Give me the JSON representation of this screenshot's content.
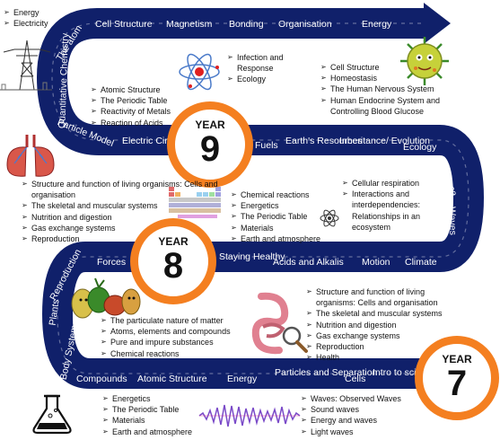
{
  "colors": {
    "road": "#10206a",
    "accent": "#f47f20"
  },
  "top_left": [
    "Energy",
    "Electricity"
  ],
  "year9": {
    "label": "YEAR",
    "number": "9",
    "row_top": [
      "The atom",
      "Cell Structure",
      "Magnetism",
      "Bonding",
      "Organisation",
      "Energy"
    ],
    "row_left": [
      "Quantitative Chemistry",
      "Particle Model"
    ],
    "row_mid": [
      "Electric Circuits",
      "Fuels",
      "Earth's Resources",
      "Inheritance/ Evolution",
      "Ecology"
    ],
    "list_chem": [
      "Atomic Structure",
      "The Periodic Table",
      "Reactivity of Metals",
      "Reaction of Acids"
    ],
    "list_infection": [
      "Infection and Response",
      "Ecology"
    ],
    "list_bio": [
      "Cell Structure",
      "Homeostasis",
      "The Human Nervous System",
      "Human Endocrine System and Controlling Blood Glucose"
    ]
  },
  "year8": {
    "label": "YEAR",
    "number": "8",
    "side_right": [
      "Space",
      "Waves"
    ],
    "row": [
      "Forces",
      "Staying Healthy",
      "Acids and Alkalis",
      "Motion",
      "Climate"
    ],
    "list_bio": [
      "Structure and function of living organisms: Cells and organisation",
      "The skeletal and muscular systems",
      "Nutrition and digestion",
      "Gas exchange systems",
      "Reproduction"
    ],
    "list_chem": [
      "Chemical reactions",
      "Energetics",
      "The Periodic Table",
      "Materials",
      "Earth and atmosphere"
    ],
    "list_resp": [
      "Cellular respiration",
      "Interactions and interdependencies: Relationships in an ecosystem"
    ]
  },
  "year7": {
    "label": "YEAR",
    "number": "7",
    "side_left": [
      "Reproduction",
      "Plants",
      "Body Systems"
    ],
    "row": [
      "Compounds",
      "Atomic Structure",
      "Energy",
      "Particles and Separation",
      "Cells",
      "Intro to science"
    ],
    "list_matter": [
      "The particulate nature of matter",
      "Atoms, elements and compounds",
      "Pure and impure substances",
      "Chemical reactions"
    ],
    "list_bio": [
      "Structure and function of living organisms: Cells and organisation",
      "The skeletal and muscular systems",
      "Nutrition and digestion",
      "Gas exchange systems",
      "Reproduction",
      "Health"
    ],
    "list_energy": [
      "Energetics",
      "The Periodic Table",
      "Materials",
      "Earth and atmosphere"
    ],
    "list_waves": [
      "Waves: Observed Waves",
      "Sound waves",
      "Energy and waves",
      "Light waves"
    ]
  },
  "icons": [
    "pylon-icon",
    "atom-icon",
    "virus-icon",
    "lungs-icon",
    "periodic-table-icon",
    "atom-small-icon",
    "vegetables-icon",
    "digestive-system-icon",
    "flask-icon",
    "sound-wave-icon"
  ]
}
